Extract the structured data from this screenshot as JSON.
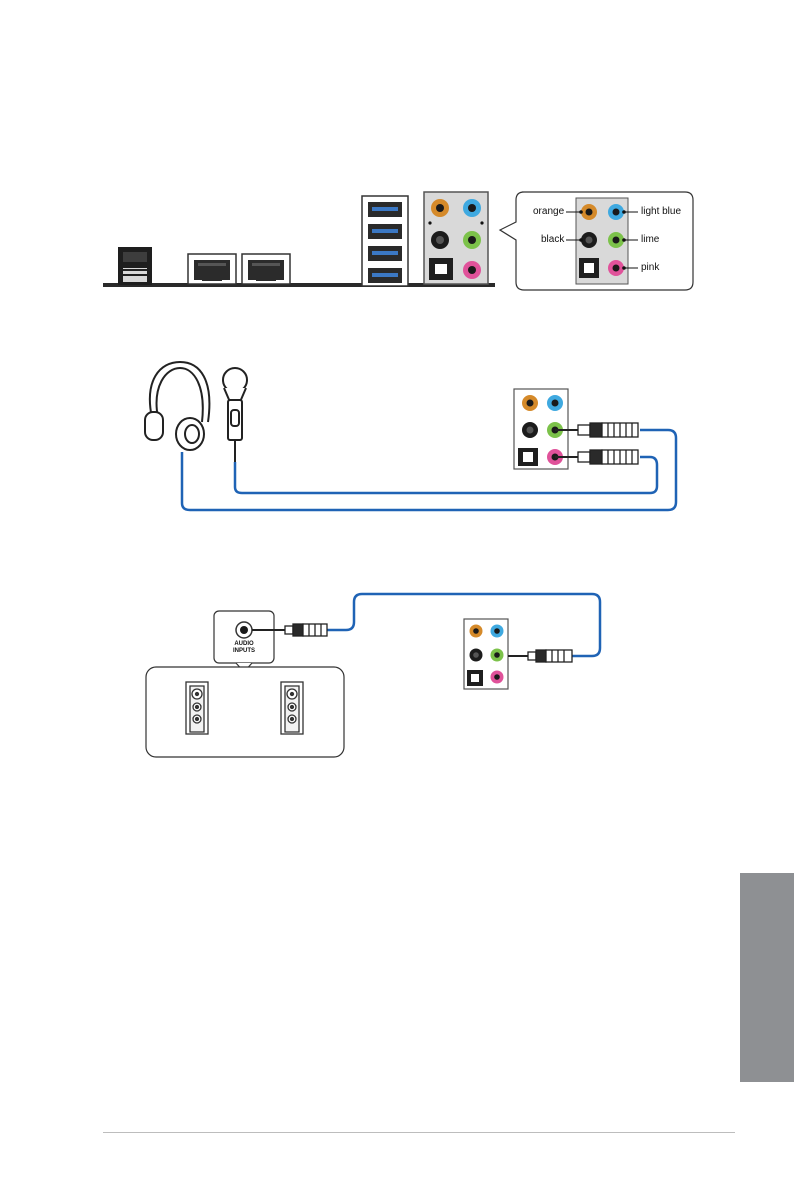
{
  "legend": {
    "orange": "orange",
    "light_blue": "light blue",
    "black": "black",
    "lime": "lime",
    "pink": "pink"
  },
  "speaker_box": {
    "line1": "AUDIO",
    "line2": "INPUTS"
  },
  "colors": {
    "orange": "#d58a2a",
    "light_blue": "#3fa9e0",
    "black": "#1c1c1c",
    "lime": "#7cc24a",
    "pink": "#e0529a",
    "cable": "#1f63b5",
    "panel": "#d9d9d9",
    "board": "#2a2a2a",
    "side_tab": "#8e9093"
  },
  "icons": [
    "headphones-icon",
    "microphone-icon",
    "speaker-icon",
    "audio-plug-icon",
    "usb-port-icon",
    "lan-port-icon",
    "optical-port-icon"
  ]
}
